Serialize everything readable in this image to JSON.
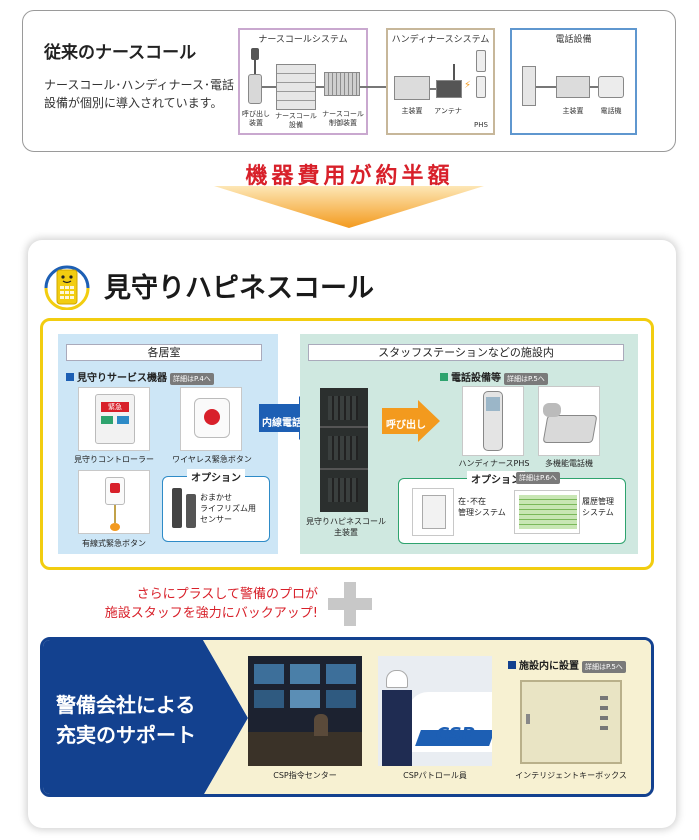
{
  "traditional": {
    "title": "従来のナースコール",
    "desc": "ナースコール･ハンディナース･電話設備が個別に導入されています。",
    "nurse_system": {
      "label": "ナースコールシステム",
      "devices": [
        "呼び出し\n装置",
        "ナースコール\n設備",
        "ナースコール\n制御装置"
      ]
    },
    "handy_system": {
      "label": "ハンディナースシステム",
      "devices": [
        "主装置",
        "アンテナ",
        "PHS"
      ]
    },
    "tel_system": {
      "label": "電話設備",
      "devices": [
        "主装置",
        "電話機"
      ]
    }
  },
  "cost_text": "機器費用が約半額",
  "brand": {
    "title": "見守りハピネスコール"
  },
  "room": {
    "header": "各居室",
    "section_label": "見守りサービス機器",
    "section_tag": "詳細はP.4へ",
    "items": [
      {
        "caption": "見守りコントローラー",
        "badge": "緊急"
      },
      {
        "caption": "ワイヤレス緊急ボタン"
      },
      {
        "caption": "有線式緊急ボタン"
      }
    ],
    "option": {
      "title": "オプション",
      "item": "おまかせ\nライフリズム用\nセンサー"
    }
  },
  "naisen_label": "内線電話",
  "main_unit_caption": "見守りハピネスコール\n主装置",
  "yobidashi_label": "呼び出し",
  "staff": {
    "header": "スタッフステーションなどの施設内",
    "section_label": "電話設備等",
    "section_tag": "詳細はP.5へ",
    "items": [
      {
        "caption": "ハンディナースPHS"
      },
      {
        "caption": "多機能電話機"
      }
    ],
    "option": {
      "title": "オプション",
      "tag": "詳細はP.6へ",
      "items": [
        "在･不在\n管理システム",
        "履歴管理\nシステム"
      ]
    }
  },
  "plus_text": "さらにプラスして警備のプロが\n施設スタッフを強力にバックアップ!",
  "support": {
    "title": "警備会社による\n充実のサポート",
    "photos": [
      "CSP指令センター",
      "CSPパトロール員"
    ],
    "csp_logo": "CSP",
    "facility_label": "施設内に設置",
    "facility_tag": "詳細はP.5へ",
    "keybox_caption": "インテリジェントキーボックス"
  },
  "colors": {
    "cost_red": "#d8202a",
    "yellow": "#f2cd10",
    "navy": "#13418f",
    "room_bg": "#cde6f6",
    "staff_bg": "#cfe8e0",
    "orange": "#f39a1e"
  }
}
